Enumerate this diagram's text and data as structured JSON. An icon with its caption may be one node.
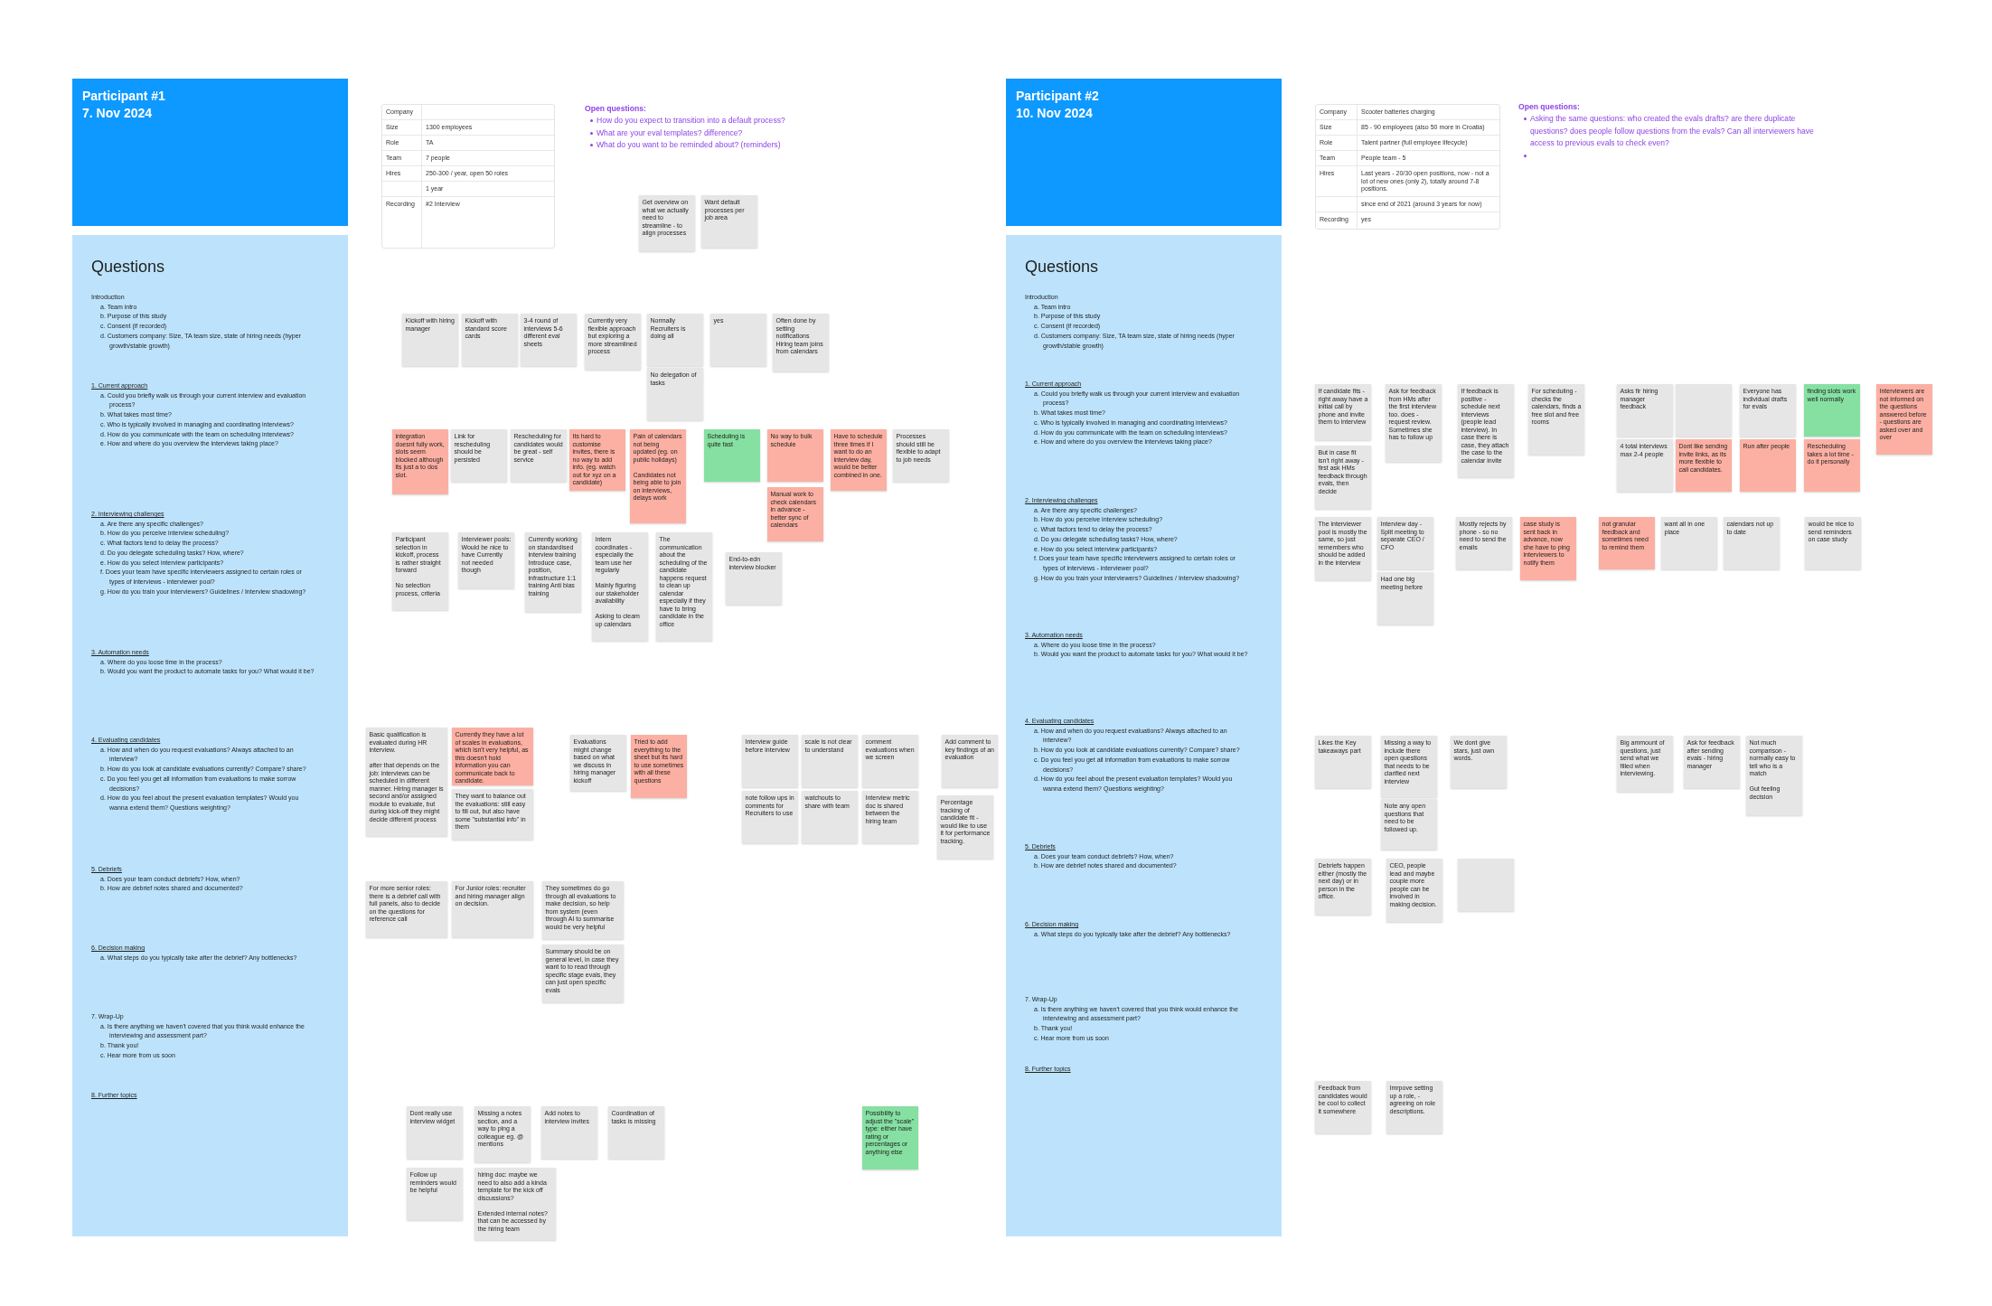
{
  "diagram": {
    "nodes": [
      {
        "text": [
          "Participant #1",
          "7. Nov 2024"
        ]
      },
      {
        "text": [
          "Questions",
          "Introduction",
          "a. Team intro",
          "b. Purpose of this study",
          "c. Consent (if recorded)",
          "d. Customers company: Size, TA team size, state of hiring needs (hyper growth/stable growth)",
          "1. Current approach",
          "a. Could you briefly walk us through your current interview and evaluation process?",
          "b. What takes most time?",
          "c. Who is typically involved in managing and coordinating interviews?",
          "d. How do you communicate with the team on scheduling interviews?",
          "e. How and where do you overview the interviews taking place?",
          "2. Interviewing challenges",
          "a. Are there any specific challenges?",
          "b. How do you perceive interview scheduling?",
          "c. What factors tend to delay the process?",
          "d. Do you delegate scheduling tasks? How, where?",
          "e. How do you select interview participants?",
          "f. Does your team have specific interviewers assigned to certain roles or types of interviews - interviewer pool?",
          "g. How do you train your interviewers? Guidelines / Interview shadowing?",
          "3. Automation needs",
          "a. Where do you loose time in the process?",
          "b. Would you want the product to automate tasks for you? What would it be?",
          "4. Evaluating candidates",
          "a. How and when do you request evaluations? Always attached to an interview?",
          "b. How do you look at candidate evaluations currently? Compare? share?",
          "c. Do you feel you get all information from evaluations to make sorrow decisions?",
          "d. How do you feel about the present evaluation templates? Would you wanna extend them? Questions weighting?",
          "5. Debriefs",
          "a. Does your team conduct debriefs? How, when?",
          "b. How are debrief notes shared and documented?",
          "6. Decision making",
          "a. What steps do you typically take after the debrief? Any bottlenecks?",
          "7. Wrap-Up",
          "a. Is there anything we haven't covered that you think would enhance the interviewing and assessment part?",
          "b. Thank you!",
          "c. Hear more from us soon",
          "8. Further topics"
        ]
      },
      {
        "text": [
          "Get overview on what we actually need to streamline - to align processes"
        ]
      },
      {
        "text": [
          "Want default processes per job area"
        ]
      },
      {
        "text": [
          "Kickoff with hiring manager"
        ]
      },
      {
        "text": [
          "Kickoff with standard score cards"
        ]
      },
      {
        "text": [
          "3-4 round of interviews 5-6 different eval sheets"
        ]
      },
      {
        "text": [
          "Currently very flexible approach but exploring a more streamlined process"
        ]
      },
      {
        "text": [
          "Normally Recruiters is doing all"
        ]
      },
      {
        "text": [
          "No delegation of tasks"
        ]
      },
      {
        "text": [
          "yes"
        ]
      },
      {
        "text": [
          "Often done by setting notifications Hiring team joins from calendars"
        ]
      },
      {
        "text": [
          "integration doesnt fully work, slots seem blocked although its just a to dos slot."
        ]
      },
      {
        "text": [
          "Link for rescheduling should be persisted"
        ]
      },
      {
        "text": [
          "Rescheduling for candidates would be great - self service"
        ]
      },
      {
        "text": [
          "Its hard to customise invites, there is no way to add info. (eg. watch out for xyz on a candidate)"
        ]
      },
      {
        "text": [
          "Pain of calendars not being updated (eg. on public holidays)",
          "Candidates not being able to join on interviews, delays work"
        ]
      },
      {
        "text": [
          "Scheduling is quite fast"
        ]
      },
      {
        "text": [
          "No way to bulk schedule"
        ]
      },
      {
        "text": [
          "Manual work to check calendars in advance - better sync of calendars"
        ]
      },
      {
        "text": [
          "Have to schedule three times if I want to do an interview day, would be better combined in one."
        ]
      },
      {
        "text": [
          "Processes should still be flexible to adapt to job needs"
        ]
      },
      {
        "text": [
          "Participant selection in kickoff, process is rather straight forward",
          "No selection process, criteria"
        ]
      },
      {
        "text": [
          "Interviewer pools: Would be nice to have Currently not needed though"
        ]
      },
      {
        "text": [
          "Currently working on standardised interview training Introduce case, position, infrastructure 1:1 training Anti bias training"
        ]
      },
      {
        "text": [
          "Intern coordinates - especially the team use her regularly",
          "Mainly figuring our stakeholder availability",
          "Asking to cleam up calendars"
        ]
      },
      {
        "text": [
          "The communication about the scheduling of the candidate happens request to clean up calendar especially if they have to bring candidate in the office"
        ]
      },
      {
        "text": [
          "End-to-edn interview blocker"
        ]
      },
      {
        "text": [
          "Basic qualification is evaluated during HR interview.",
          "after that depends on the job: interviews can be scheduled in different manner. Hiring manager is second and/or assigned module to evaluate, but during kick-off they might decide different process"
        ]
      },
      {
        "text": [
          "Currently they have a lot of scales in evaluations, which isn't very helpful, as this doesn't hold information you can communicate back to candidate."
        ]
      },
      {
        "text": [
          "They want to balance out the evaluations: still easy to fill out, but also have some \"substantial info\" in them"
        ]
      },
      {
        "text": [
          "Evaluations might change based on what we discuss in hiring manager kickoff"
        ]
      },
      {
        "text": [
          "Tried to add everything to the sheet but its hard to use sometimes with all these questions"
        ]
      },
      {
        "text": [
          "Interview guide before interview"
        ]
      },
      {
        "text": [
          "scale is not clear to understand"
        ]
      },
      {
        "text": [
          "comment evaluations when we screen"
        ]
      },
      {
        "text": [
          "Add comment to key findings of an evaluation"
        ]
      },
      {
        "text": [
          "note follow ups in comments for Recruiters to use"
        ]
      },
      {
        "text": [
          "watchouts to share with team"
        ]
      },
      {
        "text": [
          "Interview metric doc is shared between the hiring team"
        ]
      },
      {
        "text": [
          "Percentage tracking of candidate fit - would like to use it for performance tracking."
        ]
      },
      {
        "text": [
          "For more senior roles: there is a debrief call with full panels, also to decide on the questions for reference call"
        ]
      },
      {
        "text": [
          "For Junior roles: recruiter and hiring manager align on decision."
        ]
      },
      {
        "text": [
          "They sometimes do go through all evaluations to make decision, so help from system (even through AI to summarise would be very helpful"
        ]
      },
      {
        "text": [
          "Summary should be on general level, in case they want to to read through specific stage evals, they can just open specific evals"
        ]
      },
      {
        "text": [
          "Dont really use interview widget"
        ]
      },
      {
        "text": [
          "Missing a notes section, and a way to ping a colleague eg. @ mentions"
        ]
      },
      {
        "text": [
          "Add notes to interview invites"
        ]
      },
      {
        "text": [
          "Coordination of tasks is missing"
        ]
      },
      {
        "text": [
          "Possibility to adjust the \"scale\" type: either have rating or percentages or anything else"
        ]
      },
      {
        "text": [
          "Follow up reminders would be helpful"
        ]
      },
      {
        "text": [
          "hiring doc: maybe we need to also add a kinda template for the kick off discussions?",
          "Extended internal notes? that can be accessed by the hiring team"
        ]
      },
      {
        "text": [
          "Participant #2",
          "10. Nov 2024"
        ]
      },
      {
        "text": [
          "Questions",
          "Introduction",
          "a. Team intro",
          "b. Purpose of this study",
          "c. Consent (if recorded)",
          "d. Customers company: Size, TA team size, state of hiring needs (hyper growth/stable growth)",
          "1. Current approach",
          "a. Could you briefly walk us through your current interview and evaluation process?",
          "b. What takes most time?",
          "c. Who is typically involved in managing and coordinating interviews?",
          "d. How do you communicate with the team on scheduling interviews?",
          "e. How and where do you overview the interviews taking place?",
          "2. Interviewing challenges",
          "a. Are there any specific challenges?",
          "b. How do you perceive interview scheduling?",
          "c. What factors tend to delay the process?",
          "d. Do you delegate scheduling tasks? How, where?",
          "e. How do you select interview participants?",
          "f. Does your team have specific interviewers assigned to certain roles or types of interviews - interviewer pool?",
          "g. How do you train your interviewers? Guidelines / Interview shadowing?",
          "3. Automation needs",
          "a. Where do you loose time in the process?",
          "b. Would you want the product to automate tasks for you? What would it be?",
          "4. Evaluating candidates",
          "a. How and when do you request evaluations? Always attached to an interview?",
          "b. How do you look at candidate evaluations currently? Compare? share?",
          "c. Do you feel you get all information from evaluations to make sorrow decisions?",
          "d. How do you feel about the present evaluation templates? Would you wanna extend them? Questions weighting?",
          "5. Debriefs",
          "a. Does your team conduct debriefs? How, when?",
          "b. How are debrief notes shared and documented?",
          "6. Decision making",
          "a. What steps do you typically take after the debrief? Any bottlenecks?",
          "7. Wrap-Up",
          "a. Is there anything we haven't covered that you think would enhance the interviewing and assessment part?",
          "b. Thank you!",
          "c. Hear more from us soon",
          "8. Further topics"
        ]
      },
      {
        "text": [
          "If candidate fits - right away have a initial call by phone and invite them to interview"
        ]
      },
      {
        "text": [
          "But in case fit isn't right away - first ask HMs feedback through evals, then decide"
        ]
      },
      {
        "text": [
          "Ask for feedback from HMs after the first interview too. does - request review. Sometimes she has to follow up"
        ]
      },
      {
        "text": [
          "If feedback is positive - schedule next interviews (people lead interview). In case there is case, they attach the case to the calendar invite"
        ]
      },
      {
        "text": [
          "For scheduling - checks the calendars, finds a free slot and free rooms"
        ]
      },
      {
        "text": [
          "Asks fir hiring manager feedback"
        ]
      },
      {
        "text": [
          "4 total interviews max 2-4 people"
        ]
      },
      {
        "text": [],
        "shape": "box"
      },
      {
        "text": [
          "Dont like sending invite links, as its more flexible to call candidates."
        ]
      },
      {
        "text": [
          "Everyone has individual drafts for evals"
        ]
      },
      {
        "text": [
          "Run after people"
        ]
      },
      {
        "text": [
          "finding slots work well normally"
        ]
      },
      {
        "text": [
          "Rescheduling takes a lot time - do it personally"
        ]
      },
      {
        "text": [
          "Interviewers are not informed on the questions answered before - questions are asked over and over"
        ]
      },
      {
        "text": [
          "The interviewer pool is mostly the same, so just remembers who should be added in the interview"
        ]
      },
      {
        "text": [
          "Interview day - Split meeting to separate CEO / CFO"
        ]
      },
      {
        "text": [
          "Had one big meeting before"
        ]
      },
      {
        "text": [
          "Mostly rejects by phone - so no need to send the emails"
        ]
      },
      {
        "text": [
          "case study is sent back in advance, now she have to ping interviewers to notify them"
        ]
      },
      {
        "text": [
          "not granular feedback and sometimes need to remind them"
        ]
      },
      {
        "text": [
          "want all in one place"
        ]
      },
      {
        "text": [
          "calendars not up to date"
        ]
      },
      {
        "text": [
          "would be nice to send reminders on case study"
        ]
      },
      {
        "text": [
          "Likes the Key takeaways part"
        ]
      },
      {
        "text": [
          "Missing a way to include there open questions that needs to be clarified next interview"
        ]
      },
      {
        "text": [
          "Note any open questions that need to be followed up."
        ]
      },
      {
        "text": [
          "We dont give stars, just own words."
        ]
      },
      {
        "text": [
          "Big ammount of questions, just send what we filled when interviewing."
        ]
      },
      {
        "text": [
          "Ask for feedback after sending evals - hiring manager"
        ]
      },
      {
        "text": [
          "Not much comparison - normally easy to tell who is a match",
          "Gut feeling decision"
        ]
      },
      {
        "text": [
          "Debriefs happen either (mostly the next day) or in person in the office."
        ]
      },
      {
        "text": [
          "CEO, people lead and maybe couple more people can be involved in making decision."
        ]
      },
      {
        "text": [],
        "shape": "box"
      },
      {
        "text": [
          "Feedback from candidates would be cool to collect it somewhere"
        ]
      },
      {
        "text": [
          "Imrpove setting up a role, - agreeing on role descriptions."
        ]
      }
    ],
    "labels": [
      "Company",
      "Size",
      "1300 employees",
      "Role",
      "TA",
      "Team",
      "7 people",
      "Hires",
      "250-300 / year, open 50 roles",
      "1 year",
      "Recording",
      "#2 Interview",
      "Open questions:",
      "How do you expect to transition into a default process?",
      "What are your eval templates? difference?",
      "What do you want to be reminded about? (reminders)",
      "Company",
      "Scooter batteries charging",
      "Size",
      "85 - 90 employees (also 50 more in Croatia)",
      "Role",
      "Talent partner (full employee lifecycle)",
      "Team",
      "People team - 5",
      "Hires",
      "Last years - 20/30 open positions, now - not a lot of new ones (only 2), totally around 7-8 positions.",
      "since end of 2021 (around 3 years for now)",
      "Recording",
      "yes",
      "Open questions:",
      "Asking the same questions: who created the evals drafts? are there duplicate questions? does people follow questions from the evals? Can all interviewers have access to previous evals to check even?"
    ]
  }
}
